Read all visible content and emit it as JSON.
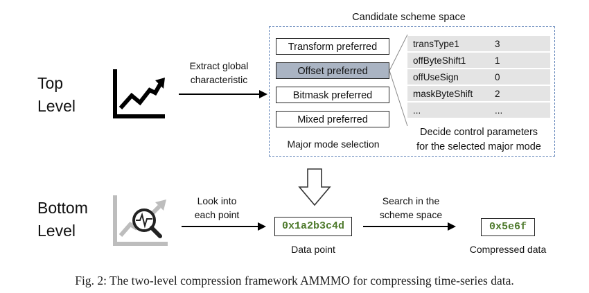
{
  "top_level": {
    "label_line1": "Top",
    "label_line2": "Level"
  },
  "bottom_level": {
    "label_line1": "Bottom",
    "label_line2": "Level"
  },
  "top_arrow_text": {
    "line1": "Extract global",
    "line2": "characteristic"
  },
  "candidate_space": {
    "title": "Candidate scheme space",
    "modes": [
      {
        "label": "Transform preferred",
        "selected": false
      },
      {
        "label": "Offset preferred",
        "selected": true
      },
      {
        "label": "Bitmask preferred",
        "selected": false
      },
      {
        "label": "Mixed preferred",
        "selected": false
      }
    ],
    "mode_caption": "Major mode selection",
    "parameters": [
      {
        "name": "transType1",
        "value": "3"
      },
      {
        "name": "offByteShift1",
        "value": "1"
      },
      {
        "name": "offUseSign",
        "value": "0"
      },
      {
        "name": "maskByteShift",
        "value": "2"
      },
      {
        "name": "...",
        "value": "..."
      }
    ],
    "param_caption_line1": "Decide control parameters",
    "param_caption_line2": "for the selected major mode"
  },
  "bottom_flow": {
    "look_line1": "Look into",
    "look_line2": "each point",
    "data_point_value": "0x1a2b3c4d",
    "data_point_label": "Data point",
    "search_line1": "Search in the",
    "search_line2": "scheme space",
    "compressed_value": "0x5e6f",
    "compressed_label": "Compressed data"
  },
  "caption": "Fig. 2: The two-level compression framework AMMMO for compressing time-series data.",
  "colors": {
    "selected_mode": "#aab4c3",
    "dashed_border": "#5b7fb6",
    "hex_text": "#4e7a2c",
    "param_bg": "#e4e4e4"
  }
}
